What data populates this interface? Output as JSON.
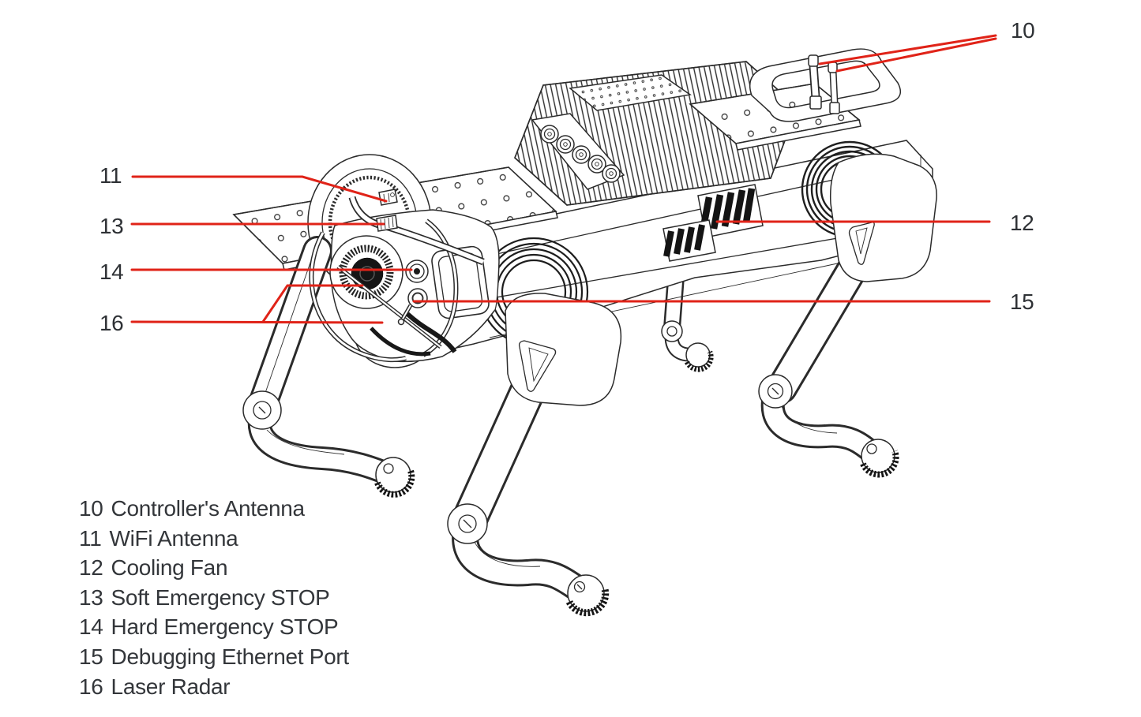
{
  "diagram": {
    "callouts": {
      "n10": "10",
      "n11": "11",
      "n12": "12",
      "n13": "13",
      "n14": "14",
      "n15": "15",
      "n16": "16"
    },
    "legend": {
      "items": [
        {
          "number": "10",
          "label": "Controller's Antenna"
        },
        {
          "number": "11",
          "label": "WiFi Antenna"
        },
        {
          "number": "12",
          "label": "Cooling Fan"
        },
        {
          "number": "13",
          "label": "Soft Emergency STOP"
        },
        {
          "number": "14",
          "label": "Hard Emergency STOP"
        },
        {
          "number": "15",
          "label": "Debugging Ethernet Port"
        },
        {
          "number": "16",
          "label": "Laser Radar"
        }
      ]
    },
    "colors": {
      "leader_red": "#e02318",
      "ink": "#2b2b2b",
      "text": "#33363a",
      "background": "#ffffff"
    }
  }
}
